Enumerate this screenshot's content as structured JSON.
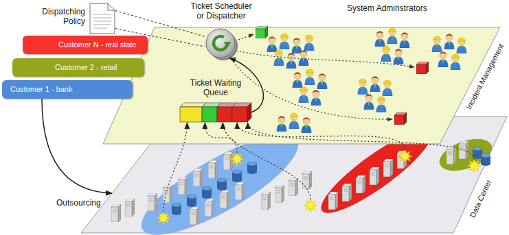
{
  "diagram": {
    "nodes": [
      {
        "text": [
          "Customer N - real state"
        ]
      },
      {
        "text": [
          "Customer 2 - retail"
        ]
      },
      {
        "text": [
          "Customer 1 - bank"
        ]
      },
      {
        "text": [
          "Dispatching Policy"
        ]
      },
      {
        "text": [
          "Incident Management"
        ]
      },
      {
        "text": [
          "Ticket Scheduler or Dispatcher"
        ],
        "in": 4
      },
      {
        "text": [
          "Ticket Waiting Queue"
        ],
        "in": 4
      },
      {
        "text": [
          "Data Center"
        ]
      }
    ],
    "edges": [
      {
        "from": 2,
        "to": 7,
        "label": "Outsourcing",
        "arrow": "to"
      },
      {
        "from": 6,
        "to": 5,
        "arrow": "to"
      },
      {
        "from": 3,
        "to": 5,
        "arrow": "none"
      },
      {
        "from": 3,
        "to": 5,
        "arrow": "none"
      },
      {
        "from": 7,
        "to": 6,
        "arrow": "to"
      },
      {
        "from": 7,
        "to": 6,
        "arrow": "to"
      },
      {
        "from": 7,
        "to": 6,
        "arrow": "to"
      },
      {
        "from": 7,
        "to": 6,
        "arrow": "to"
      },
      {
        "from": 7,
        "to": 6,
        "arrow": "to"
      }
    ],
    "labels": [
      "System Adminstrators"
    ]
  }
}
